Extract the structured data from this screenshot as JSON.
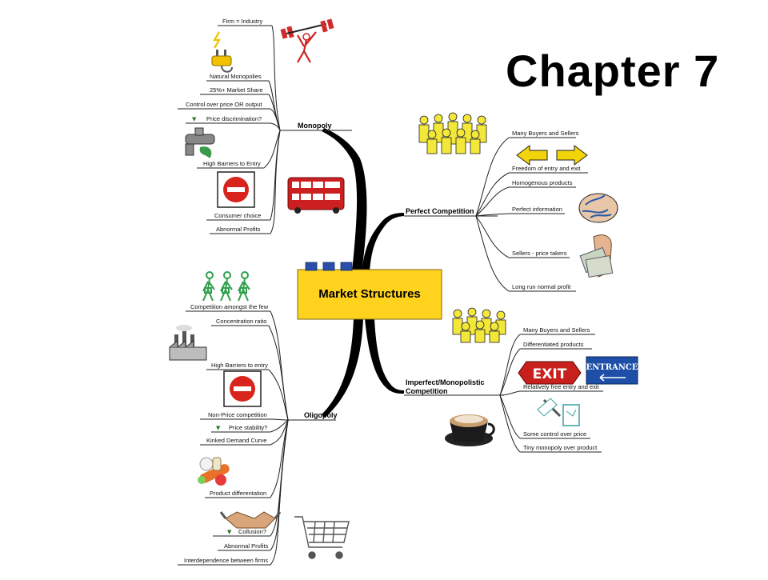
{
  "title": "Chapter 7",
  "center": {
    "label": "Market Structures",
    "fill": "#FFD21E"
  },
  "branches": {
    "monopoly": {
      "label": "Monopoly",
      "items": [
        "Firm = Industry",
        "Natural Monopolies",
        "25%+ Market Share",
        "Control over price OR output",
        "Price discrimination?",
        "High Barriers to Entry",
        "Consumer choice",
        "Abnormal Profits"
      ]
    },
    "perfect": {
      "label": "Perfect Competition",
      "items": [
        "Many Buyers and Sellers",
        "Freedom of entry and exit",
        "Homogenous products",
        "Perfect information",
        "Sellers - price takers",
        "Long run normal profit"
      ]
    },
    "oligopoly": {
      "label": "Oligopoly",
      "items": [
        "Competition amongst the few",
        "Concentration ratio",
        "High Barriers to entry",
        "Non-Price competition",
        "Price stability?",
        "Kinked Demand Curve",
        "Product differentation",
        "Collusion?",
        "Abnormal Profits",
        "Interdependence between firms"
      ]
    },
    "imperfect": {
      "label_line1": "Imperfect/Monopolistic",
      "label_line2": "Competition",
      "items": [
        "Many Buyers and Sellers",
        "Differentiated products",
        "Relatively free entry and exit",
        "Some control over price",
        "Tiny monopoly over product"
      ]
    }
  },
  "signs": {
    "exit": "EXIT",
    "entrance": "ENTRANCE"
  },
  "icons": {
    "people": "crowd-icon",
    "arrows": "left-right-arrows-icon",
    "brain": "brain-icon",
    "money": "money-hand-icon",
    "plug": "electric-plug-icon",
    "weightlifter": "weightlifter-icon",
    "tap": "tap-icon",
    "noentry": "no-entry-icon",
    "bus": "bus-icon",
    "factory": "factory-icon",
    "pills": "pills-icon",
    "handshake": "handshake-icon",
    "trolley": "shopping-trolley-icon",
    "coffee": "coffee-icon",
    "paint": "paint-icon"
  },
  "colors": {
    "bus": "#CC2020",
    "people": "#F3E83A",
    "sign_red": "#C8201C",
    "sign_blue": "#1E4FA8",
    "figures": "#2E9E4A"
  }
}
